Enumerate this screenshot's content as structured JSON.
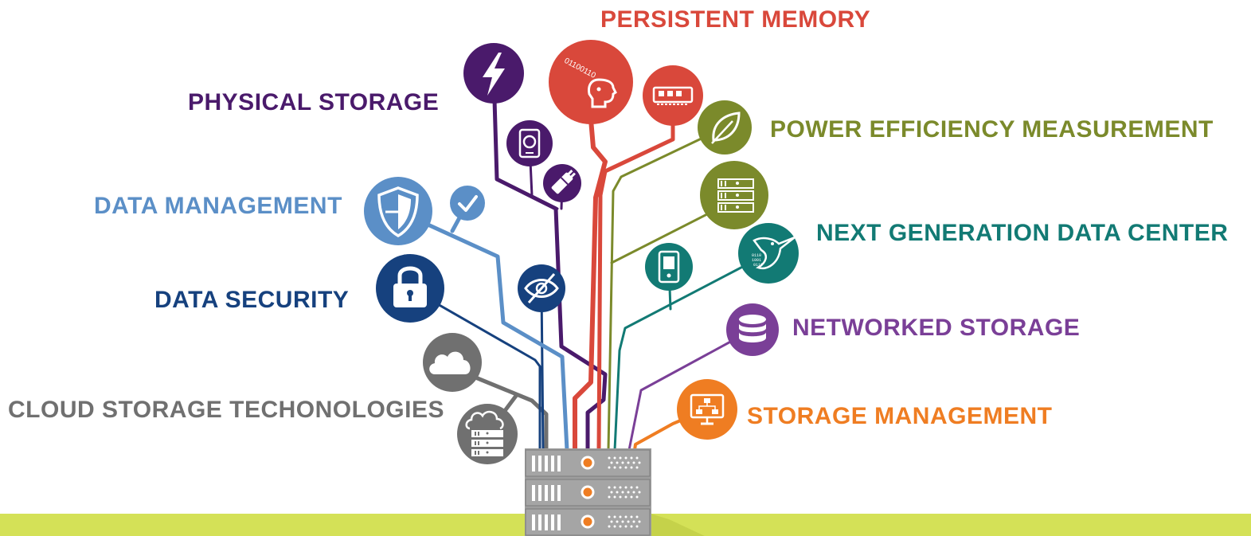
{
  "labels": {
    "persistent_memory": "PERSISTENT MEMORY",
    "physical_storage": "PHYSICAL STORAGE",
    "power_efficiency": "POWER EFFICIENCY MEASUREMENT",
    "data_management": "DATA MANAGEMENT",
    "next_generation": "NEXT GENERATION DATA CENTER",
    "data_security": "DATA SECURITY",
    "networked_storage": "NETWORKED STORAGE",
    "cloud_storage": "CLOUD STORAGE TECHONOLOGIES",
    "storage_management": "STORAGE MANAGEMENT"
  },
  "binary_text": "01100110",
  "colors": {
    "persistent_memory": "#d9483b",
    "physical_storage": "#4a1a6b",
    "power_efficiency": "#7b8a2b",
    "data_management": "#5b8fc7",
    "next_generation": "#127a74",
    "data_security": "#16417e",
    "networked_storage": "#7a3f97",
    "cloud_storage": "#707070",
    "storage_management": "#ef7d22",
    "ground": "#d4e157",
    "server": "#9e9e9e"
  },
  "icons": [
    "lightning-icon",
    "brain-icon",
    "memory-chip-icon",
    "hard-drive-icon",
    "usb-plug-icon",
    "leaf-icon",
    "shield-icon",
    "checkmark-icon",
    "server-rack-icon",
    "hummingbird-icon",
    "padlock-icon",
    "hidden-eye-icon",
    "device-icon",
    "database-icon",
    "cloud-icon",
    "cloud-server-icon",
    "network-monitor-icon",
    "server-stack-icon"
  ]
}
